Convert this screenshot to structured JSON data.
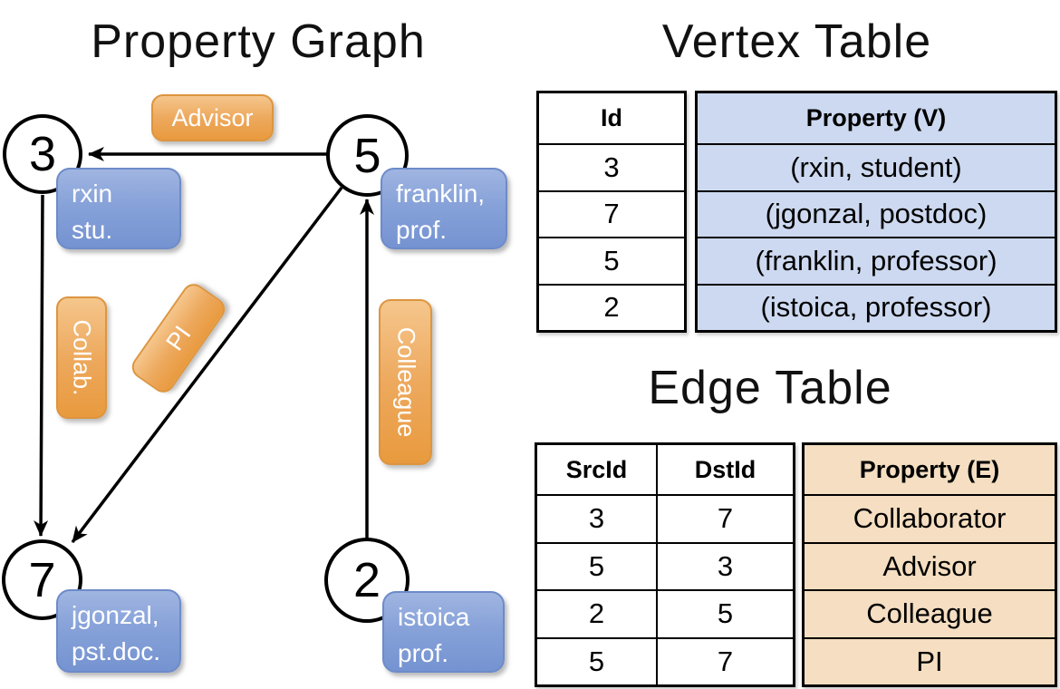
{
  "titles": {
    "graph": "Property Graph",
    "vertex": "Vertex Table",
    "edge": "Edge Table"
  },
  "graph": {
    "nodes": [
      {
        "id": "3",
        "line1": "rxin",
        "line2": "stu."
      },
      {
        "id": "5",
        "line1": "franklin,",
        "line2": "prof."
      },
      {
        "id": "7",
        "line1": "jgonzal,",
        "line2": "pst.doc."
      },
      {
        "id": "2",
        "line1": "istoica",
        "line2": "prof."
      }
    ],
    "edge_labels": {
      "advisor": "Advisor",
      "collab": "Collab.",
      "pi": "PI",
      "colleague": "Colleague"
    }
  },
  "vertex_table": {
    "headers": {
      "id": "Id",
      "property": "Property (V)"
    },
    "rows": [
      {
        "id": "3",
        "property": "(rxin, student)"
      },
      {
        "id": "7",
        "property": "(jgonzal, postdoc)"
      },
      {
        "id": "5",
        "property": "(franklin, professor)"
      },
      {
        "id": "2",
        "property": "(istoica, professor)"
      }
    ]
  },
  "edge_table": {
    "headers": {
      "src": "SrcId",
      "dst": "DstId",
      "property": "Property (E)"
    },
    "rows": [
      {
        "src": "3",
        "dst": "7",
        "property": "Collaborator"
      },
      {
        "src": "5",
        "dst": "3",
        "property": "Advisor"
      },
      {
        "src": "2",
        "dst": "5",
        "property": "Colleague"
      },
      {
        "src": "5",
        "dst": "7",
        "property": "PI"
      }
    ]
  },
  "colors": {
    "edge_label_orange": "#eca85e",
    "node_property_blue": "#87a2d9",
    "vertex_cell_blue": "#cdd9f0",
    "edge_cell_tan": "#f5dec1",
    "line_black": "#000000"
  }
}
